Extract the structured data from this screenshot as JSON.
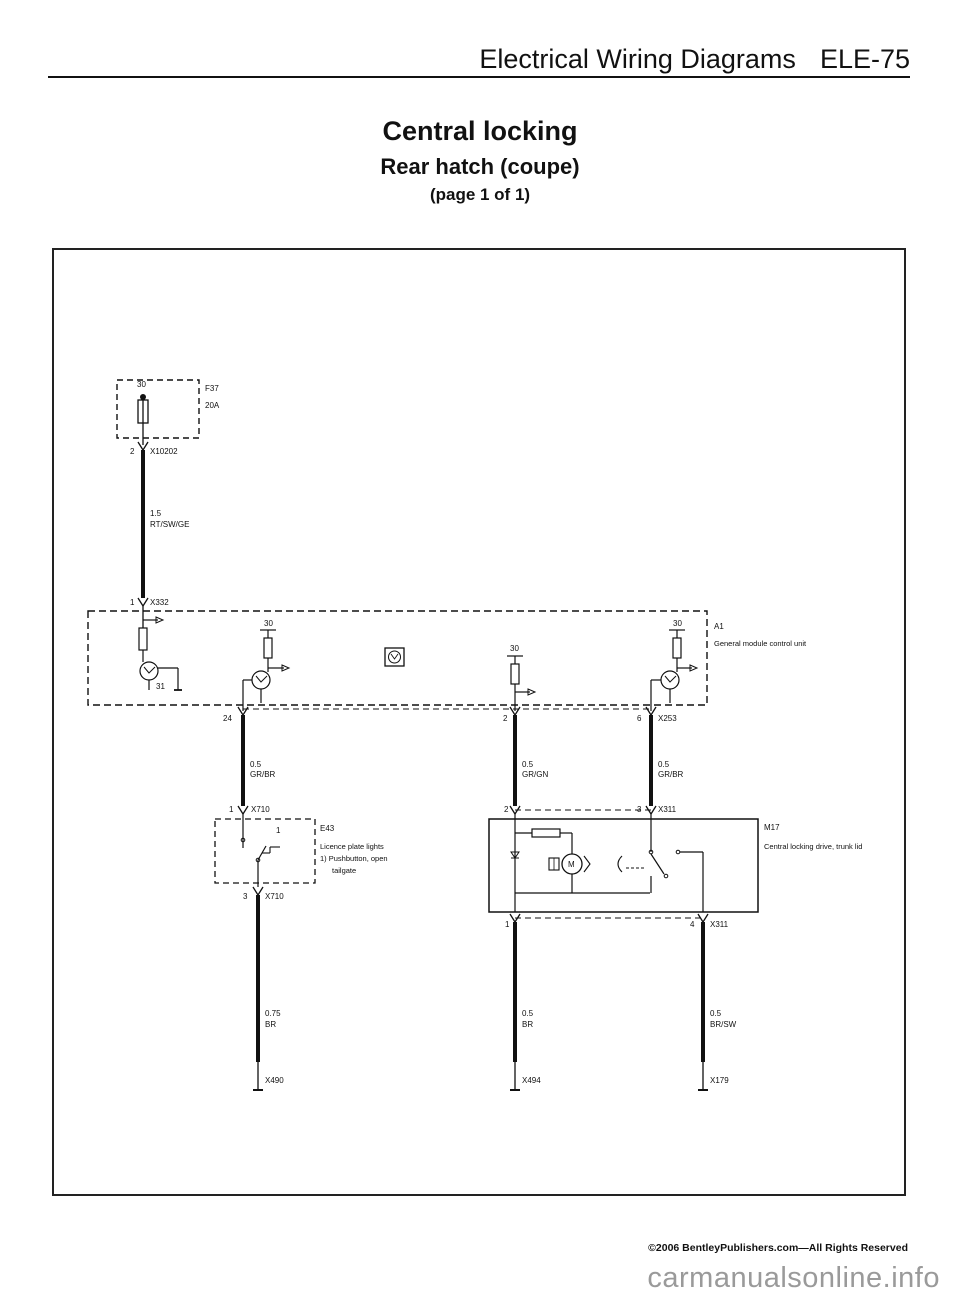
{
  "header": {
    "section": "Electrical Wiring Diagrams",
    "page_code": "ELE-75"
  },
  "title": {
    "main": "Central locking",
    "sub": "Rear hatch (coupe)",
    "page": "(page 1 of 1)"
  },
  "components": {
    "fuse": {
      "id": "F37",
      "rating": "20A",
      "terminal": "30"
    },
    "module": {
      "id": "A1",
      "name": "General module control unit",
      "terminal_30": "30",
      "terminal_31": "31"
    },
    "switch": {
      "id": "E43",
      "line1": "Licence plate lights",
      "line2": "1)  Pushbutton, open",
      "line3": "tailgate",
      "contact": "1"
    },
    "motor": {
      "id": "M17",
      "name": "Central locking drive, trunk lid",
      "symbol": "M"
    }
  },
  "connectors": {
    "x10202": "X10202",
    "x332": "X332",
    "x710": "X710",
    "x253": "X253",
    "x311": "X311",
    "x490": "X490",
    "x494": "X494",
    "x179": "X179"
  },
  "pins": {
    "p1": "1",
    "p2": "2",
    "p3": "3",
    "p4": "4",
    "p6": "6",
    "p24": "24"
  },
  "wires": {
    "w_fuse": {
      "gauge": "1.5",
      "color": "RT/SW/GE"
    },
    "w24": {
      "gauge": "0.5",
      "color": "GR/BR"
    },
    "w2": {
      "gauge": "0.5",
      "color": "GR/GN"
    },
    "w6": {
      "gauge": "0.5",
      "color": "GR/BR"
    },
    "w_x490": {
      "gauge": "0.75",
      "color": "BR"
    },
    "w_x494": {
      "gauge": "0.5",
      "color": "BR"
    },
    "w_x179": {
      "gauge": "0.5",
      "color": "BR/SW"
    }
  },
  "footer": {
    "copyright": "©2006 BentleyPublishers.com—All Rights Reserved",
    "watermark": "carmanualsonline.info"
  }
}
